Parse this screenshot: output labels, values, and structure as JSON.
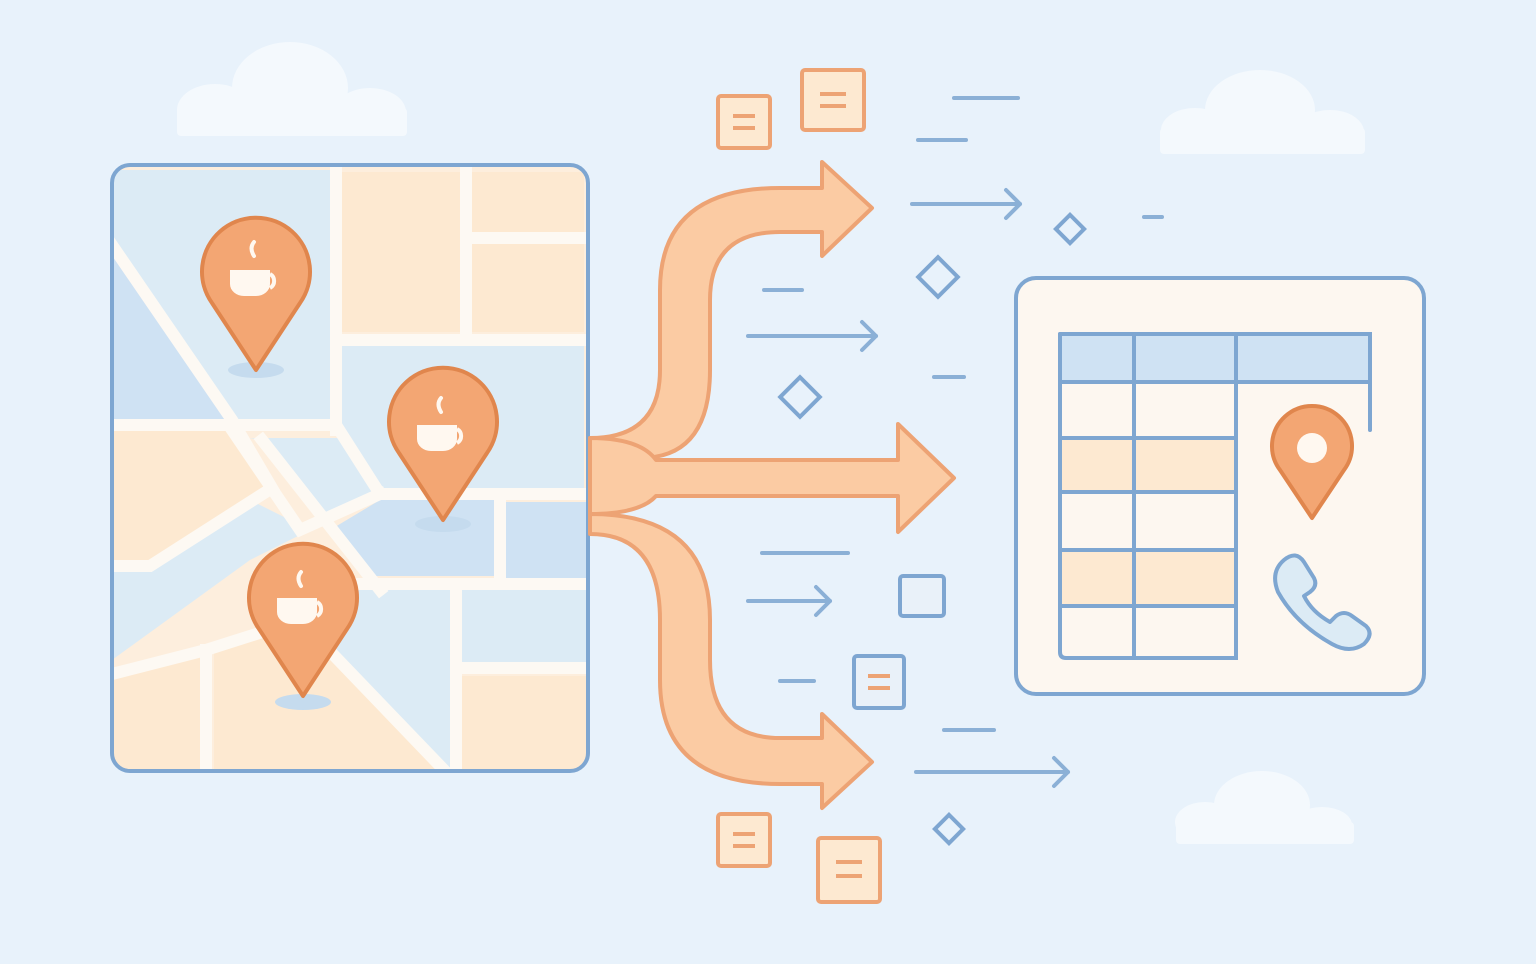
{
  "palette": {
    "background": "#e8f2fb",
    "blue_stroke": "#7ea6d1",
    "blue_fill": "#cfe2f3",
    "orange_stroke": "#e8905a",
    "orange_fill": "#f3a673",
    "peach_fill": "#fde9d1",
    "cream_fill": "#fdf7f0",
    "road": "#fdf9f3",
    "cloud": "#f4f9fd"
  },
  "icons": {
    "map_pin": "coffee-pin",
    "cup": "coffee-cup",
    "table_pin": "location-pin",
    "phone": "phone-handset",
    "doc": "document-card"
  },
  "map": {
    "pin_count": 3
  },
  "table": {
    "rows": 6,
    "columns": 3
  }
}
